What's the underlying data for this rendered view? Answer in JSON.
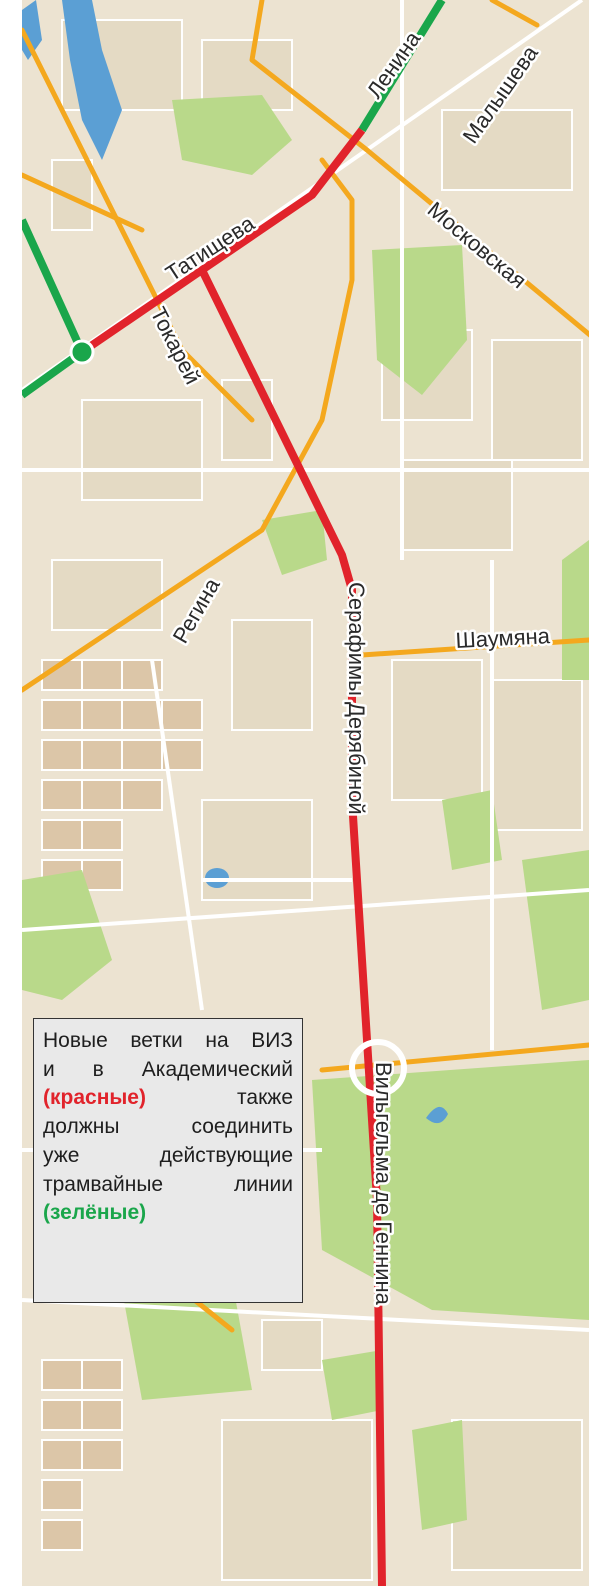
{
  "credit": "",
  "colors": {
    "background": "#ece3d1",
    "park": "#b9d98a",
    "block_outline": "#ffffff",
    "water": "#5b9fd4",
    "road_orange": "#f4a81e",
    "road_white": "#ffffff",
    "existing_tram_green": "#1aa64b",
    "new_tram_red": "#e1232b",
    "legend_bg": "#e9e9e9"
  },
  "streets": [
    {
      "name": "Ленина"
    },
    {
      "name": "Малышева"
    },
    {
      "name": "Московская"
    },
    {
      "name": "Татищева"
    },
    {
      "name": "Токарей"
    },
    {
      "name": "Регина"
    },
    {
      "name": "Шаумяна"
    },
    {
      "name": "Серафимы Дерябиной"
    },
    {
      "name": "Вильгельма де Геннина"
    }
  ],
  "legend": {
    "lines": [
      "Новые ветки на ВИЗ",
      "и в Академический",
      "также",
      "должны соединить",
      "уже действующие",
      "трамвайные линии"
    ],
    "red_label": "(красные)",
    "green_label": "(зелёные)"
  },
  "tram_lines": [
    {
      "status": "existing",
      "color": "green"
    },
    {
      "status": "new",
      "color": "red"
    }
  ]
}
